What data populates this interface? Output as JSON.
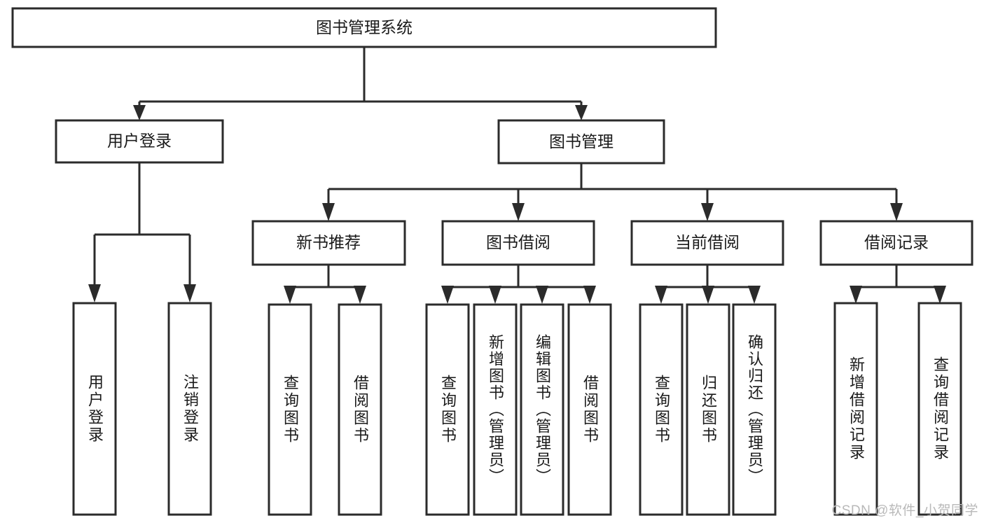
{
  "diagram": {
    "type": "tree-hierarchy",
    "title": "图书管理系统",
    "orientation": "top-down",
    "colors": {
      "box_stroke": "#2b2b2b",
      "box_fill": "#ffffff",
      "connector": "#2b2b2b",
      "label_text": "#1a1a1a",
      "watermark": "#b9b9b9",
      "background": "#ffffff"
    },
    "root": {
      "label": "图书管理系统"
    },
    "level2": [
      {
        "label": "用户登录"
      },
      {
        "label": "图书管理"
      }
    ],
    "level3": [
      {
        "label": "新书推荐"
      },
      {
        "label": "图书借阅"
      },
      {
        "label": "当前借阅"
      },
      {
        "label": "借阅记录"
      }
    ],
    "leaves": {
      "user_login": [
        {
          "label": "用户登录"
        },
        {
          "label": "注销登录"
        }
      ],
      "new_book_recommend": [
        {
          "label": "查询图书"
        },
        {
          "label": "借阅图书"
        }
      ],
      "book_borrow": [
        {
          "label": "查询图书"
        },
        {
          "label": "新增图书（管理员）"
        },
        {
          "label": "编辑图书（管理员）"
        },
        {
          "label": "借阅图书"
        }
      ],
      "current_borrow": [
        {
          "label": "查询图书"
        },
        {
          "label": "归还图书"
        },
        {
          "label": "确认归还（管理员）"
        }
      ],
      "borrow_record": [
        {
          "label": "新增借阅记录"
        },
        {
          "label": "查询借阅记录"
        }
      ]
    }
  },
  "watermark": {
    "text": "CSDN @软件_小贺同学"
  }
}
